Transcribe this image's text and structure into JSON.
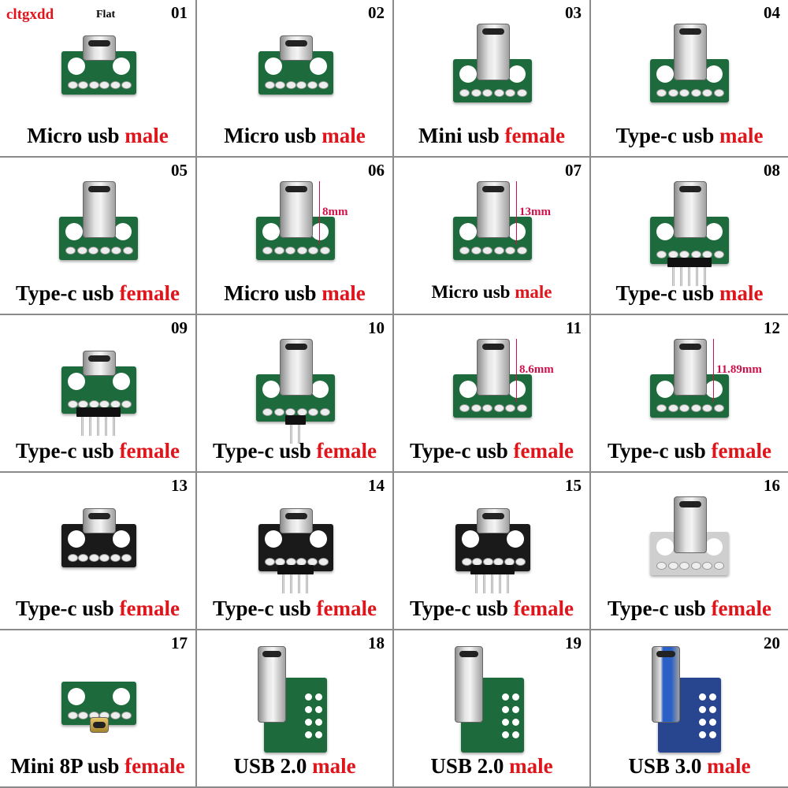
{
  "header": {
    "brand": "cltgxdd",
    "variant": "Flat"
  },
  "colors": {
    "accent": "#e0141b",
    "dimension": "#d0104a",
    "green_pcb": "#1d6a3c",
    "black_pcb": "#1a1a1a",
    "blue_pcb": "#27468f",
    "grey_pcb": "#cfcfcf"
  },
  "cells": [
    {
      "number": "01",
      "label": "Micro usb",
      "accent": "male",
      "board": "green_pcb",
      "connector": "micro"
    },
    {
      "number": "02",
      "label": "Micro usb",
      "accent": "male",
      "board": "green_pcb",
      "connector": "micro"
    },
    {
      "number": "03",
      "label": "Mini usb",
      "accent": "female",
      "board": "green_pcb",
      "connector": "mini-vertical"
    },
    {
      "number": "04",
      "label": "Type-c usb",
      "accent": "male",
      "board": "green_pcb",
      "connector": "type-c-vertical"
    },
    {
      "number": "05",
      "label": "Type-c usb",
      "accent": "female",
      "board": "green_pcb",
      "connector": "type-c-vertical"
    },
    {
      "number": "06",
      "label": "Micro usb",
      "accent": "male",
      "board": "green_pcb",
      "connector": "micro-vertical",
      "dimension": "8mm"
    },
    {
      "number": "07",
      "label": "Micro usb",
      "accent": "male",
      "board": "green_pcb",
      "connector": "micro-vertical",
      "dimension": "13mm"
    },
    {
      "number": "08",
      "label": "Type-c usb",
      "accent": "male",
      "board": "green_pcb",
      "connector": "type-c-vertical",
      "pins": 5
    },
    {
      "number": "09",
      "label": "Type-c usb",
      "accent": "female",
      "board": "green_pcb",
      "connector": "type-c",
      "pins": 5
    },
    {
      "number": "10",
      "label": "Type-c usb",
      "accent": "female",
      "board": "green_pcb",
      "connector": "type-c-vertical",
      "pins": 2
    },
    {
      "number": "11",
      "label": "Type-c usb",
      "accent": "female",
      "board": "green_pcb",
      "connector": "type-c-vertical",
      "dimension": "8.6mm"
    },
    {
      "number": "12",
      "label": "Type-c usb",
      "accent": "female",
      "board": "green_pcb",
      "connector": "type-c-vertical",
      "dimension": "11.89mm"
    },
    {
      "number": "13",
      "label": "Type-c usb",
      "accent": "female",
      "board": "black_pcb",
      "connector": "type-c"
    },
    {
      "number": "14",
      "label": "Type-c usb",
      "accent": "female",
      "board": "black_pcb",
      "connector": "type-c",
      "pins": 4
    },
    {
      "number": "15",
      "label": "Type-c usb",
      "accent": "female",
      "board": "black_pcb",
      "connector": "type-c",
      "pins": 5
    },
    {
      "number": "16",
      "label": "Type-c usb",
      "accent": "female",
      "board": "grey_pcb",
      "connector": "type-c-vertical"
    },
    {
      "number": "17",
      "label": "Mini 8P usb",
      "accent": "female",
      "board": "green_pcb",
      "connector": "mini"
    },
    {
      "number": "18",
      "label": "USB 2.0",
      "accent": "male",
      "board": "green_pcb",
      "connector": "usb-a"
    },
    {
      "number": "19",
      "label": "USB 2.0",
      "accent": "male",
      "board": "green_pcb",
      "connector": "usb-a"
    },
    {
      "number": "20",
      "label": "USB 3.0",
      "accent": "male",
      "board": "blue_pcb",
      "connector": "usb-a-blue"
    }
  ]
}
